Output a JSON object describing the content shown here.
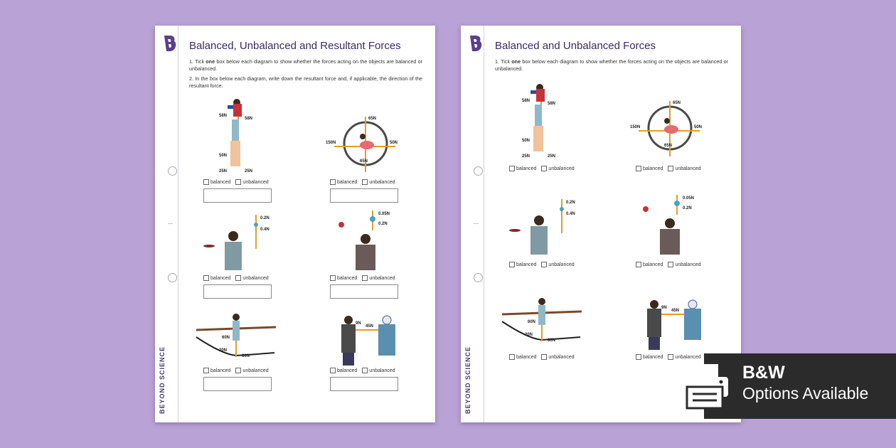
{
  "worksheet_left": {
    "title": "Balanced, Unbalanced and Resultant Forces",
    "instruction_1_pre": "1. Tick ",
    "instruction_1_bold": "one",
    "instruction_1_post": " box below each diagram to show whether the forces acting on the objects are balanced or unbalanced.",
    "instruction_2": "2. In the box below each diagram, write down the resultant force and, if applicable, the direction of the resultant force.",
    "brand": "BEYOND SCIENCE"
  },
  "worksheet_right": {
    "title": "Balanced and Unbalanced Forces",
    "instruction_1_pre": "1. Tick ",
    "instruction_1_bold": "one",
    "instruction_1_post": " box below each diagram to show whether the forces acting on the objects are balanced or unbalanced.",
    "brand": "BEYOND SCIENCE"
  },
  "options": {
    "balanced": "balanced",
    "unbalanced": "unbalanced"
  },
  "diagrams": {
    "acrobats": {
      "top_left": "58N",
      "top_right": "58N",
      "mid": "50N",
      "bottom_left": "25N",
      "bottom_right": "25N"
    },
    "hoop": {
      "top": "65N",
      "left": "150N",
      "right": "50N",
      "bottom": "65N"
    },
    "plate_spinner": {
      "top": "0.2N",
      "bottom": "0.4N"
    },
    "juggler": {
      "top": "0.05N",
      "bottom": "0.2N"
    },
    "tightrope": {
      "left_upper": "60N",
      "left_lower": "20N",
      "right": "60N"
    },
    "tug": {
      "left": "9N",
      "right": "45N"
    }
  },
  "badge": {
    "line1": "B&W",
    "line2": "Options Available"
  },
  "colors": {
    "background": "#b9a2d5",
    "title": "#3d2a63",
    "badge": "#2b2b2b",
    "arrow": "#e0a024"
  }
}
